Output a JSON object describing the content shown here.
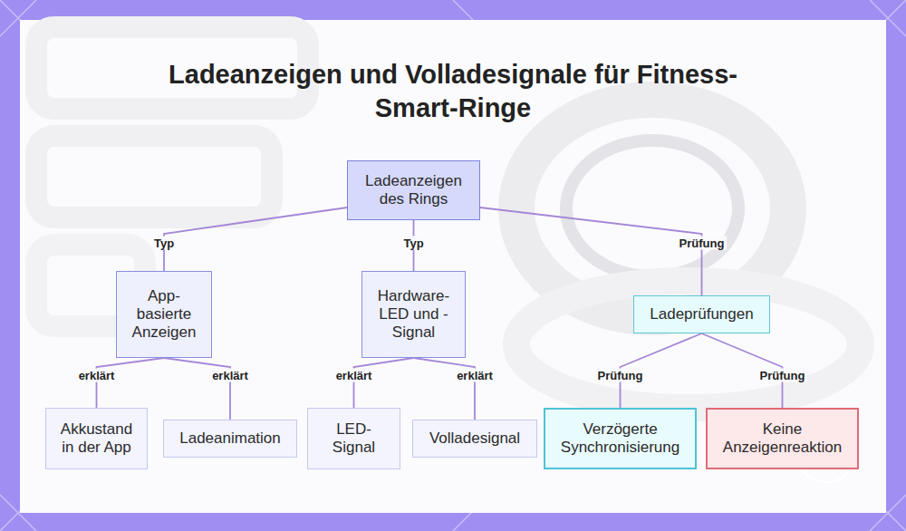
{
  "diagram": {
    "title": "Ladeanzeigen und Volladesignale für Fitness-Smart-Ringe",
    "nodes": [
      {
        "text": [
          "Ladeanzeigen des Rings"
        ]
      },
      {
        "text": [
          "App-basierte Anzeigen"
        ]
      },
      {
        "text": [
          "Hardware-LED und -Signal"
        ]
      },
      {
        "text": [
          "Ladeprüfungen"
        ]
      },
      {
        "text": [
          "Akkustand in der App"
        ]
      },
      {
        "text": [
          "Ladeanimation"
        ]
      },
      {
        "text": [
          "LED-Signal"
        ]
      },
      {
        "text": [
          "Volladesignal"
        ]
      },
      {
        "text": [
          "Verzögerte Synchronisierung"
        ]
      },
      {
        "text": [
          "Keine Anzeigenreaktion"
        ]
      }
    ],
    "edges": [
      {
        "from": 0,
        "to": 1,
        "label": "Typ",
        "arrow": "none"
      },
      {
        "from": 0,
        "to": 2,
        "label": "Typ",
        "arrow": "none"
      },
      {
        "from": 0,
        "to": 3,
        "label": "Prüfung",
        "arrow": "none"
      },
      {
        "from": 1,
        "to": 4,
        "label": "erklärt",
        "arrow": "none"
      },
      {
        "from": 1,
        "to": 5,
        "label": "erklärt",
        "arrow": "none"
      },
      {
        "from": 2,
        "to": 6,
        "label": "erklärt",
        "arrow": "none"
      },
      {
        "from": 2,
        "to": 7,
        "label": "erklärt",
        "arrow": "none"
      },
      {
        "from": 3,
        "to": 8,
        "label": "Prüfung",
        "arrow": "none"
      },
      {
        "from": 3,
        "to": 9,
        "label": "Prüfung",
        "arrow": "none"
      }
    ]
  }
}
